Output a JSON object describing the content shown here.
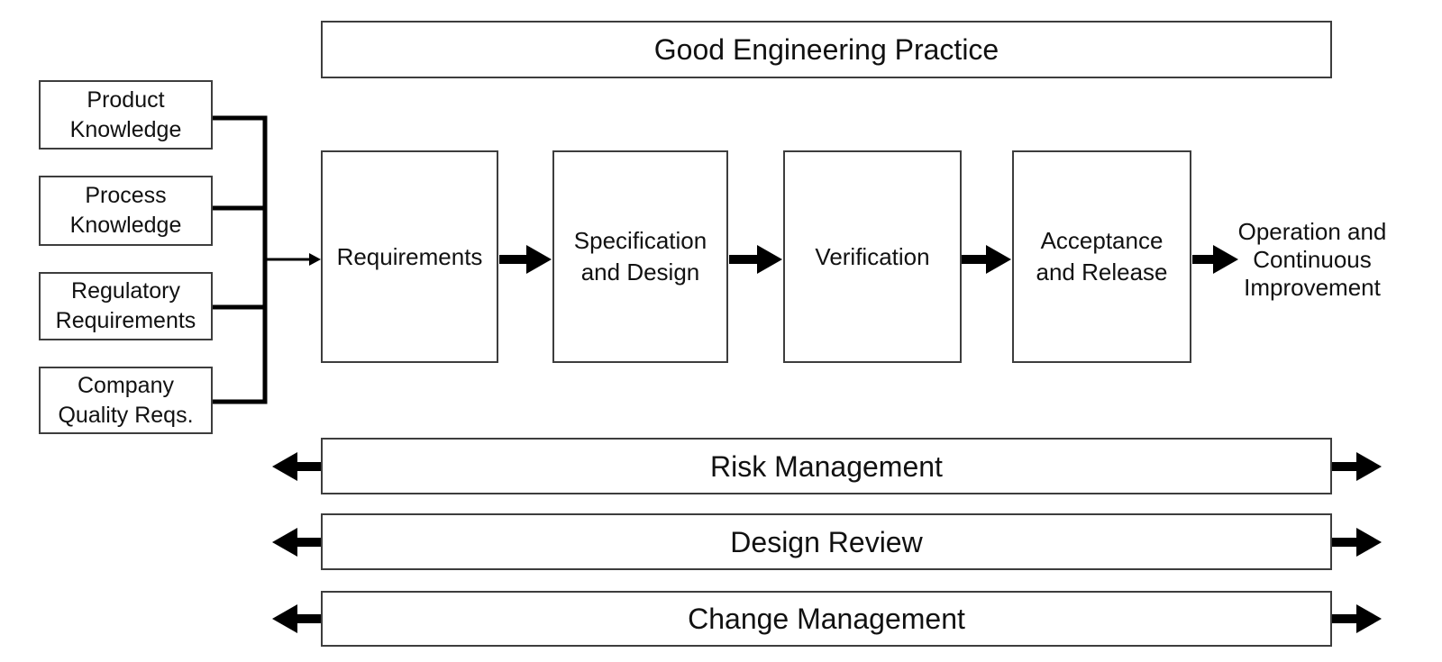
{
  "diagram": {
    "title": "Good Engineering Practice specification and verification process diagram",
    "top_banner": {
      "label": "Good Engineering Practice"
    },
    "inputs": [
      {
        "label": "Product Knowledge"
      },
      {
        "label": "Process Knowledge"
      },
      {
        "label": "Regulatory Requirements"
      },
      {
        "label": "Company Quality Reqs."
      }
    ],
    "process_steps": [
      {
        "label": "Requirements"
      },
      {
        "label": "Specification and Design"
      },
      {
        "label": "Verification"
      },
      {
        "label": "Acceptance and Release"
      }
    ],
    "outcome": {
      "label": "Operation and Continuous Improvement"
    },
    "support_banners": [
      {
        "label": "Risk Management"
      },
      {
        "label": "Design Review"
      },
      {
        "label": "Change Management"
      }
    ],
    "colors": {
      "background": "#ffffff",
      "line": "#000000",
      "box_border": "#3d3d3d",
      "text": "#111111"
    }
  }
}
